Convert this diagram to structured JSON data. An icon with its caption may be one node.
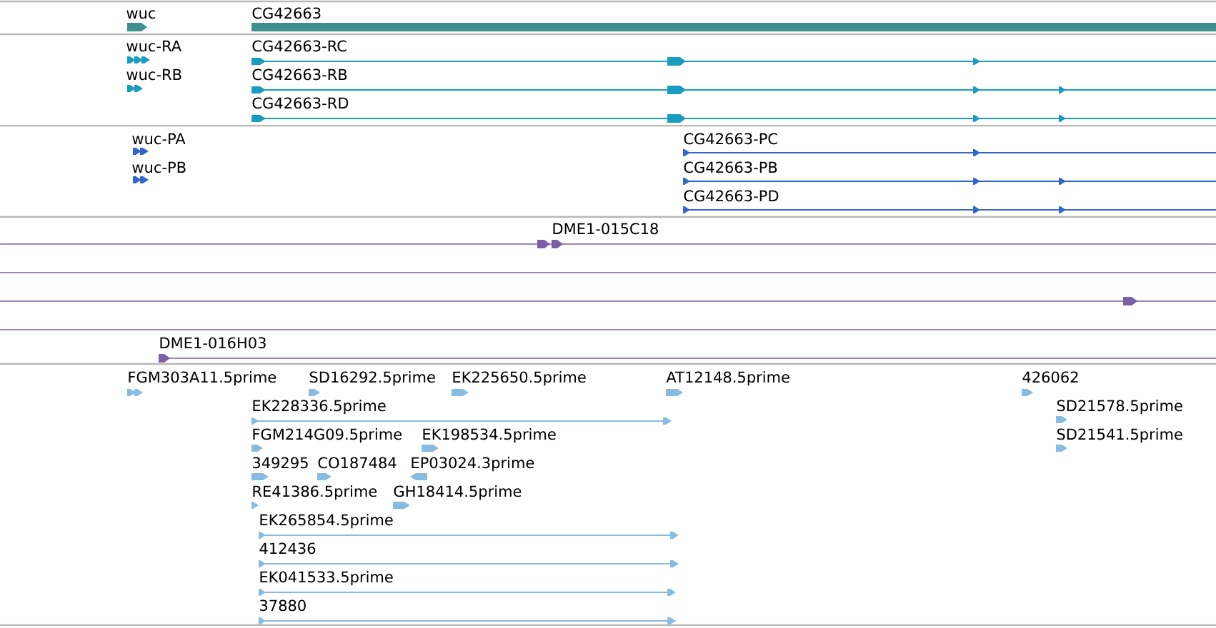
{
  "diagram": {
    "labels": [
      "wuc",
      "CG42663",
      "wuc-RA",
      "CG42663-RC",
      "wuc-RB",
      "CG42663-RB",
      "CG42663-RD",
      "wuc-PA",
      "CG42663-PC",
      "wuc-PB",
      "CG42663-PB",
      "CG42663-PD",
      "DME1-015C18",
      "DME1-016H03",
      "FGM303A11.5prime",
      "SD16292.5prime",
      "EK225650.5prime",
      "AT12148.5prime",
      "426062",
      "EK228336.5prime",
      "SD21578.5prime",
      "FGM214G09.5prime",
      "EK198534.5prime",
      "SD21541.5prime",
      "349295",
      "CO187484",
      "EP03024.3prime",
      "RE41386.5prime",
      "GH18414.5prime",
      "EK265854.5prime",
      "412436",
      "EK041533.5prime",
      "37880"
    ]
  }
}
